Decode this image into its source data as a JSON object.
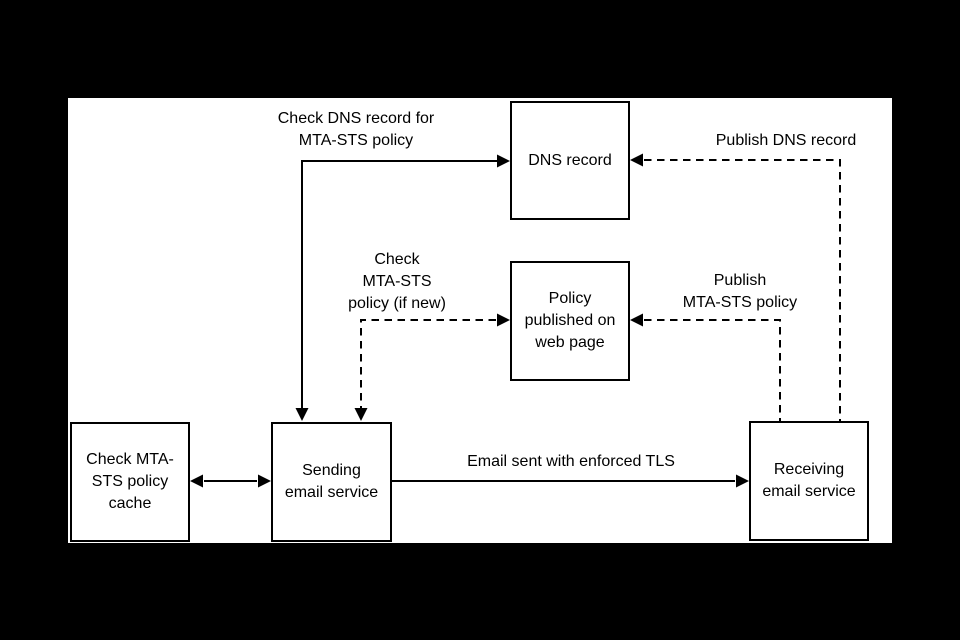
{
  "colors": {
    "background": "#000000",
    "surface": "#ffffff",
    "stroke": "#000000"
  },
  "nodes": {
    "dns_record": "DNS record",
    "policy_web_page": "Policy\npublished on\nweb page",
    "policy_cache": "Check MTA-\nSTS policy\ncache",
    "sending": "Sending\nemail service",
    "receiving": "Receiving\nemail service"
  },
  "edges": {
    "check_dns": "Check DNS record for\nMTA-STS policy",
    "publish_dns": "Publish DNS record",
    "check_policy": "Check\nMTA-STS\npolicy (if new)",
    "publish_policy": "Publish\nMTA-STS policy",
    "email_tls": "Email sent with enforced TLS"
  }
}
